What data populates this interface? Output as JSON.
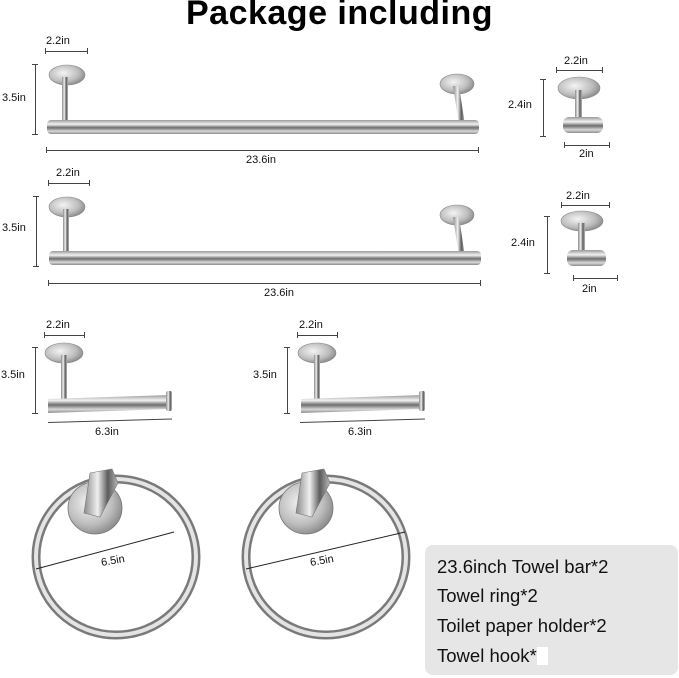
{
  "title": "Package including",
  "colors": {
    "background": "#ffffff",
    "metal_light": "#e8e8e8",
    "metal_dark": "#8a8a8a",
    "legend_bg": "#e6e6e6",
    "text": "#111111"
  },
  "towel_bars": [
    {
      "base_width": "2.2in",
      "height": "3.5in",
      "length": "23.6in"
    },
    {
      "base_width": "2.2in",
      "height": "3.5in",
      "length": "23.6in"
    }
  ],
  "towel_hooks": [
    {
      "base_width": "2.2in",
      "height": "2.4in",
      "length": "2in"
    },
    {
      "base_width": "2.2in",
      "height": "2.4in",
      "length": "2in"
    }
  ],
  "paper_holders": [
    {
      "base_width": "2.2in",
      "height": "3.5in",
      "length": "6.3in"
    },
    {
      "base_width": "2.2in",
      "height": "3.5in",
      "length": "6.3in"
    }
  ],
  "towel_rings": [
    {
      "diameter": "6.5in"
    },
    {
      "diameter": "6.5in"
    }
  ],
  "legend": {
    "items": [
      "23.6inch Towel bar*2",
      "Towel ring*2",
      "Toilet paper holder*2",
      "Towel hook*"
    ]
  }
}
